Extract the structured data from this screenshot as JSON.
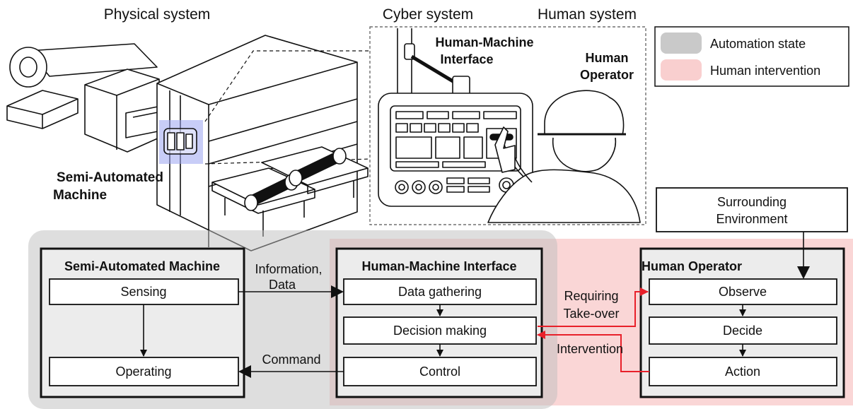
{
  "top_labels": {
    "physical": "Physical system",
    "cyber": "Cyber system",
    "human": "Human system"
  },
  "illustration": {
    "machine_label_line1": "Semi-Automated",
    "machine_label_line2": "Machine",
    "hmi_label_line1": "Human-Machine",
    "hmi_label_line2": "Interface",
    "operator_label_line1": "Human",
    "operator_label_line2": "Operator"
  },
  "legend": {
    "automation": "Automation state",
    "intervention": "Human intervention"
  },
  "colors": {
    "automation_fill": "#c9c9c9",
    "intervention_fill": "#f9cfcf",
    "box_fill": "#ececec",
    "red_arrow": "#e8202a",
    "highlight_blue": "#9aa4f0"
  },
  "environment": {
    "line1": "Surrounding",
    "line2": "Environment"
  },
  "machine_box": {
    "title": "Semi-Automated Machine",
    "sensing": "Sensing",
    "operating": "Operating"
  },
  "hmi_box": {
    "title": "Human-Machine Interface",
    "gathering": "Data gathering",
    "decision": "Decision making",
    "control": "Control"
  },
  "operator_box": {
    "title": "Human Operator",
    "observe": "Observe",
    "decide": "Decide",
    "action": "Action"
  },
  "arrows": {
    "info_line1": "Information,",
    "info_line2": "Data",
    "command": "Command",
    "takeover_line1": "Requiring",
    "takeover_line2": "Take-over",
    "intervention": "Intervention"
  }
}
